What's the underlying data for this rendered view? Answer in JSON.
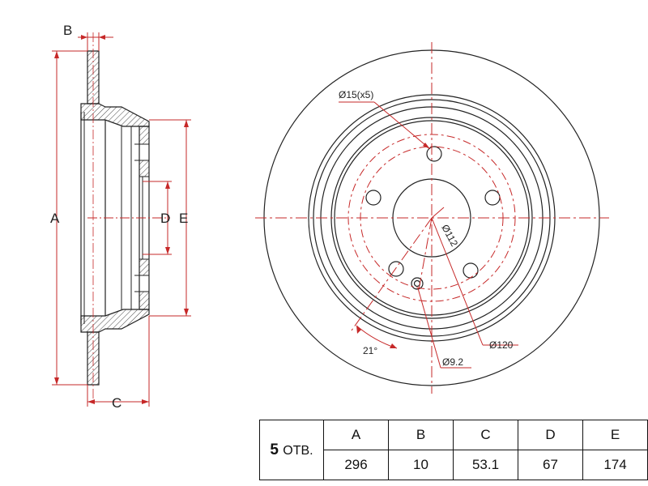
{
  "labels": {
    "A": "A",
    "B": "B",
    "C": "C",
    "D": "D",
    "E": "E",
    "hole_dia": "Ø15(x5)",
    "pcd": "Ø112",
    "center_dia": "Ø120",
    "pin_dia": "Ø9.2",
    "angle": "21°"
  },
  "table": {
    "holes_count": "5",
    "holes_unit": "ОТВ.",
    "headers": [
      "A",
      "B",
      "C",
      "D",
      "E"
    ],
    "values": [
      "296",
      "10",
      "53.1",
      "67",
      "174"
    ]
  },
  "colors": {
    "outline": "#222222",
    "dimension": "#c62828",
    "hatch": "#444444"
  }
}
